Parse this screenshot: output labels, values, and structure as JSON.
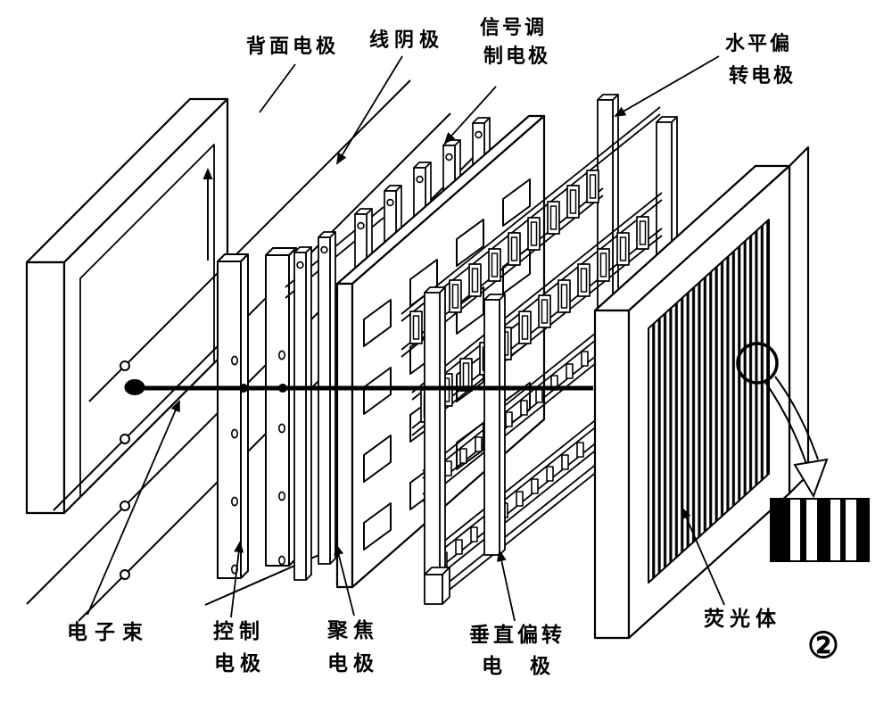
{
  "figure": {
    "badge": "②"
  },
  "colors": {
    "ink": "#000000",
    "paper": "#ffffff"
  },
  "labels": {
    "back_electrode": "背面电极",
    "wire_cathode": "线阴极",
    "signal_modulation_line1": "信号调",
    "signal_modulation_line2": "制电极",
    "horizontal_deflection_line1": "水平偏",
    "horizontal_deflection_line2": "转电极",
    "electron_beam": "电子束",
    "control_electrode_line1": "控制",
    "control_electrode_line2": "电极",
    "focusing_electrode_line1": "聚焦",
    "focusing_electrode_line2": "电极",
    "vertical_deflection_line1": "垂直偏转",
    "vertical_deflection_line2": "电　极",
    "phosphor": "荧光体"
  }
}
